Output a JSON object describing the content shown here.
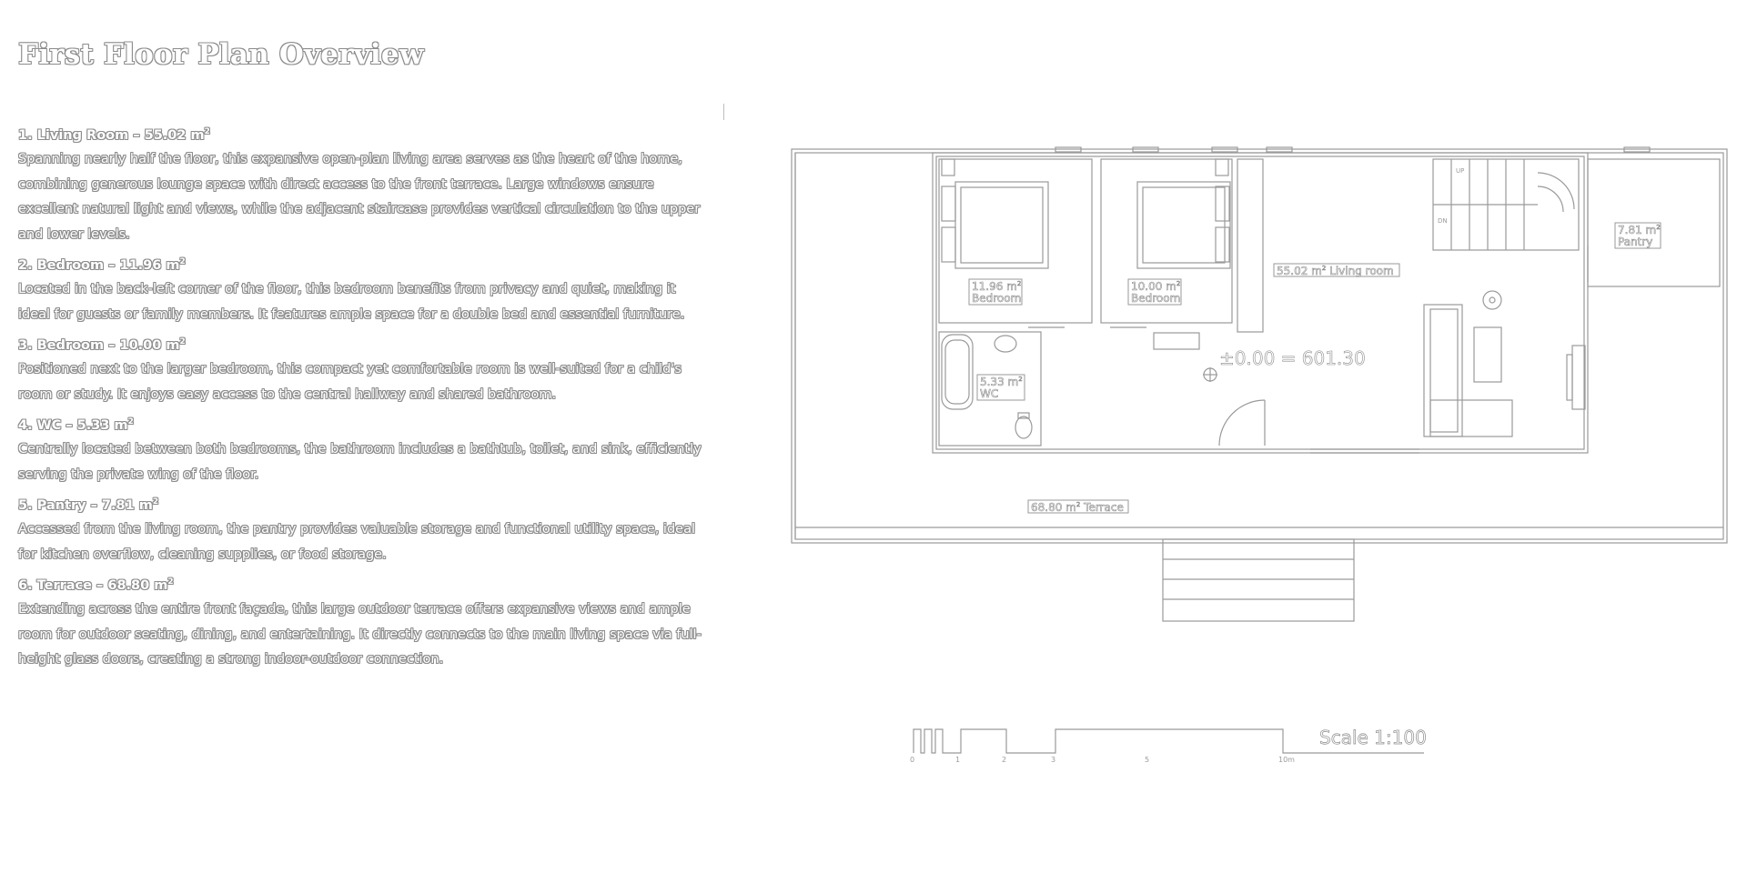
{
  "title": "First Floor Plan Overview",
  "rooms": [
    {
      "number": "1.",
      "name": "Living Room",
      "area": "55.02 m",
      "unit_sup": "2",
      "description": "Spanning nearly half the floor, this expansive open-plan living area serves as the heart of the home, combining generous lounge space with direct access to the front terrace. Large windows ensure excellent natural light and views, while the adjacent staircase provides vertical circulation to the upper and lower levels."
    },
    {
      "number": "2.",
      "name": "Bedroom",
      "area": "11.96 m",
      "unit_sup": "2",
      "description": "Located in the back-left corner of the floor, this bedroom benefits from privacy and quiet, making it ideal for guests or family members. It features ample space for a double bed and essential furniture."
    },
    {
      "number": "3.",
      "name": "Bedroom",
      "area": "10.00 m",
      "unit_sup": "2",
      "description": "Positioned next to the larger bedroom, this compact yet comfortable room is well-suited for a child's room or study. It enjoys easy access to the central hallway and shared bathroom."
    },
    {
      "number": "4.",
      "name": "WC",
      "area": "5.33 m",
      "unit_sup": "2",
      "description": "Centrally located between both bedrooms, the bathroom includes a bathtub, toilet, and sink, efficiently serving the private wing of the floor."
    },
    {
      "number": "5.",
      "name": "Pantry",
      "area": "7.81 m",
      "unit_sup": "2",
      "description": "Accessed from the living room, the pantry provides valuable storage and functional utility space, ideal for kitchen overflow, cleaning supplies, or food storage."
    },
    {
      "number": "6.",
      "name": "Terrace",
      "area": "68.80 m",
      "unit_sup": "2",
      "description": "Extending across the entire front façade, this large outdoor terrace offers expansive views and ample room for outdoor seating, dining, and entertaining. It directly connects to the main living space via full-height glass doors, creating a strong indoor-outdoor connection."
    }
  ],
  "plan": {
    "labels": {
      "living_area": "55.02 m",
      "living_name": "Living room",
      "bed1_area": "11.96 m",
      "bed1_name": "Bedroom",
      "bed2_area": "10.00 m",
      "bed2_name": "Bedroom",
      "wc_area": "5.33 m",
      "wc_name": "WC",
      "pantry_area": "7.81 m",
      "pantry_name": "Pantry",
      "terrace_area": "68.80 m",
      "terrace_name": "Terrace",
      "sup": "2",
      "elevation": "±0.00 = 601.30",
      "stair_up": "UP",
      "stair_down": "DN"
    },
    "scale": {
      "label": "Scale 1:100",
      "ticks": [
        "0",
        "1",
        "2",
        "3",
        "5",
        "10m"
      ]
    }
  },
  "colors": {
    "line": "#9a9a9a",
    "outline_text": "#8c8c8c"
  }
}
